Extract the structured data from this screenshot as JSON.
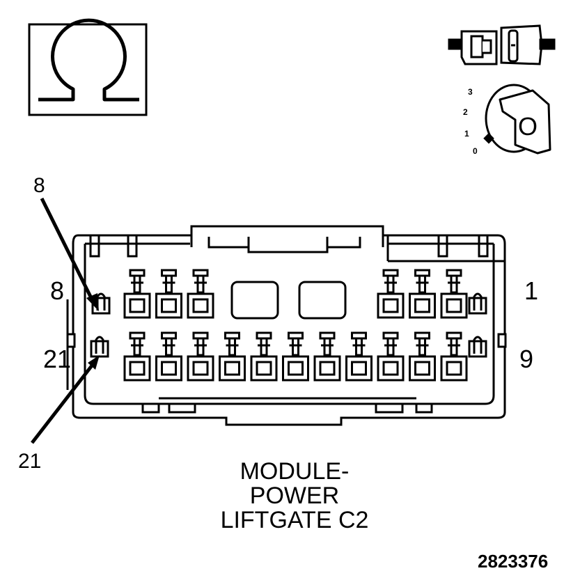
{
  "symbol": {
    "name": "ohm-icon",
    "glyph": "Ω"
  },
  "ignition": {
    "positions": [
      "3",
      "2",
      "1",
      "0"
    ],
    "key_label": "O"
  },
  "connector": {
    "title_lines": [
      "MODULE-",
      "POWER",
      "LIFTGATE C2"
    ],
    "pin_labels": {
      "top_left": "8",
      "top_right": "1",
      "bottom_left": "21",
      "bottom_right": "9"
    },
    "callouts": {
      "upper": "8",
      "lower": "21"
    },
    "top_row_cavities": 6,
    "bottom_row_cavities": 11
  },
  "figure_number": "2823376",
  "colors": {
    "line": "#000000",
    "background": "#ffffff"
  }
}
